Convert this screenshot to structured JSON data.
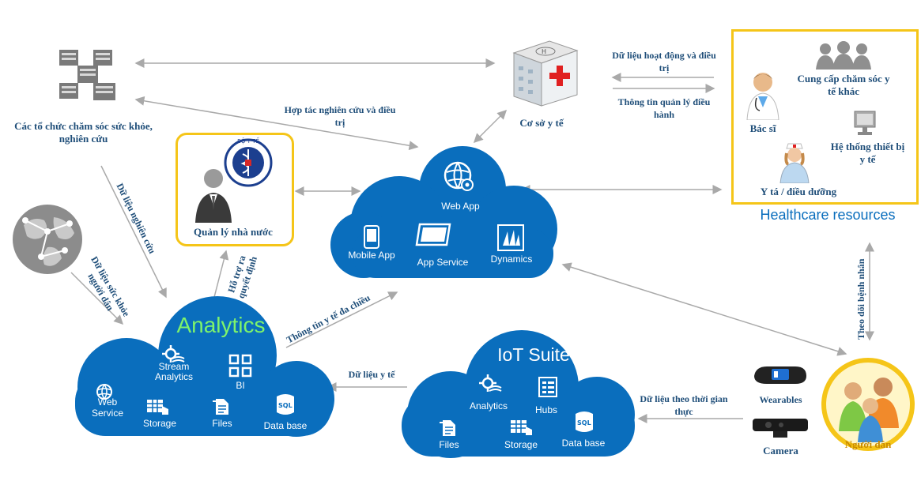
{
  "nodes": {
    "orgs": "Các tổ chức chăm sóc sức khỏe, nghiên cứu",
    "facility": "Cơ sở y tế",
    "state_mgmt": "Quản lý nhà nước",
    "ministry_seal_text": "BỘ Y TẾ",
    "healthcare_title": "Healthcare resources",
    "doctor": "Bác sĩ",
    "nurse": "Y tá / điều dưỡng",
    "other_care": "Cung cấp chăm sóc y tế khác",
    "med_devices": "Hệ thống thiết bị y tế",
    "people": "Người dân",
    "wearables": "Wearables",
    "camera": "Camera"
  },
  "edges": {
    "research_coop": "Hợp tác nghiên cứu và điều trị",
    "ops_data": "Dữ liệu hoạt động và điều trị",
    "mgmt_info": "Thông tin quản lý điều hành",
    "research_data": "Dữ liệu nghiên cứu",
    "health_data": "Dữ liệu sức khỏe người dân",
    "decision_support": "Hỗ trợ ra quyết định",
    "multi_info": "Thông tin y tế đa chiều",
    "med_data": "Dữ liệu y tế",
    "realtime_data": "Dữ liệu theo thời gian thực",
    "patient_monitor": "Theo dõi bệnh nhân"
  },
  "clouds": {
    "web": {
      "title": "Web App",
      "items": [
        "Mobile App",
        "App Service",
        "Dynamics"
      ]
    },
    "analytics": {
      "title": "Analytics",
      "items": [
        "Stream Analytics",
        "BI",
        "Web Service",
        "Storage",
        "Files",
        "Data base"
      ]
    },
    "iot": {
      "title": "IoT Suite",
      "items": [
        "Analytics",
        "Hubs",
        "Files",
        "Storage",
        "Data base"
      ]
    }
  },
  "colors": {
    "cloud_blue": "#0a6ebd",
    "label_blue": "#1f4e79",
    "highlight_yellow": "#f5c518",
    "analytics_green": "#7ef36b",
    "arrow_gray": "#a9a9a9"
  }
}
